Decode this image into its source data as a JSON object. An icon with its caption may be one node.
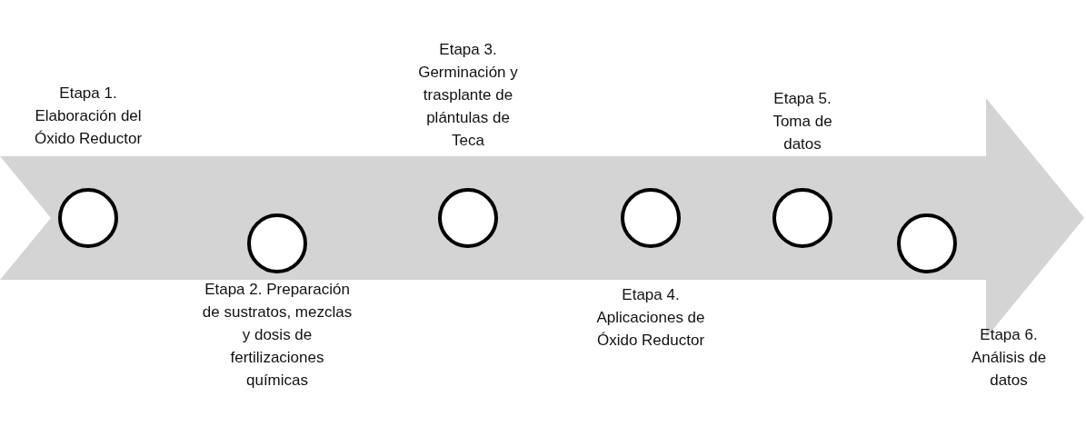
{
  "diagram": {
    "nodes": [
      {
        "text": [],
        "shape": "circle",
        "beside": [
          "Etapa 1. Elaboración del Óxido Reductor"
        ]
      },
      {
        "text": [],
        "shape": "circle",
        "beside": [
          "Etapa 2. Preparación de sustratos, mezclas y dosis de fertilizaciones químicas"
        ]
      },
      {
        "text": [],
        "shape": "circle",
        "beside": [
          "Etapa 3. Germinación y trasplante de plántulas de Teca"
        ]
      },
      {
        "text": [],
        "shape": "circle",
        "beside": [
          "Etapa 4. Aplicaciones de Óxido Reductor"
        ]
      },
      {
        "text": [],
        "shape": "circle",
        "beside": [
          "Etapa 5. Toma de datos"
        ]
      },
      {
        "text": [],
        "shape": "circle",
        "beside": [
          "Etapa 6. Análisis de datos"
        ]
      }
    ]
  }
}
